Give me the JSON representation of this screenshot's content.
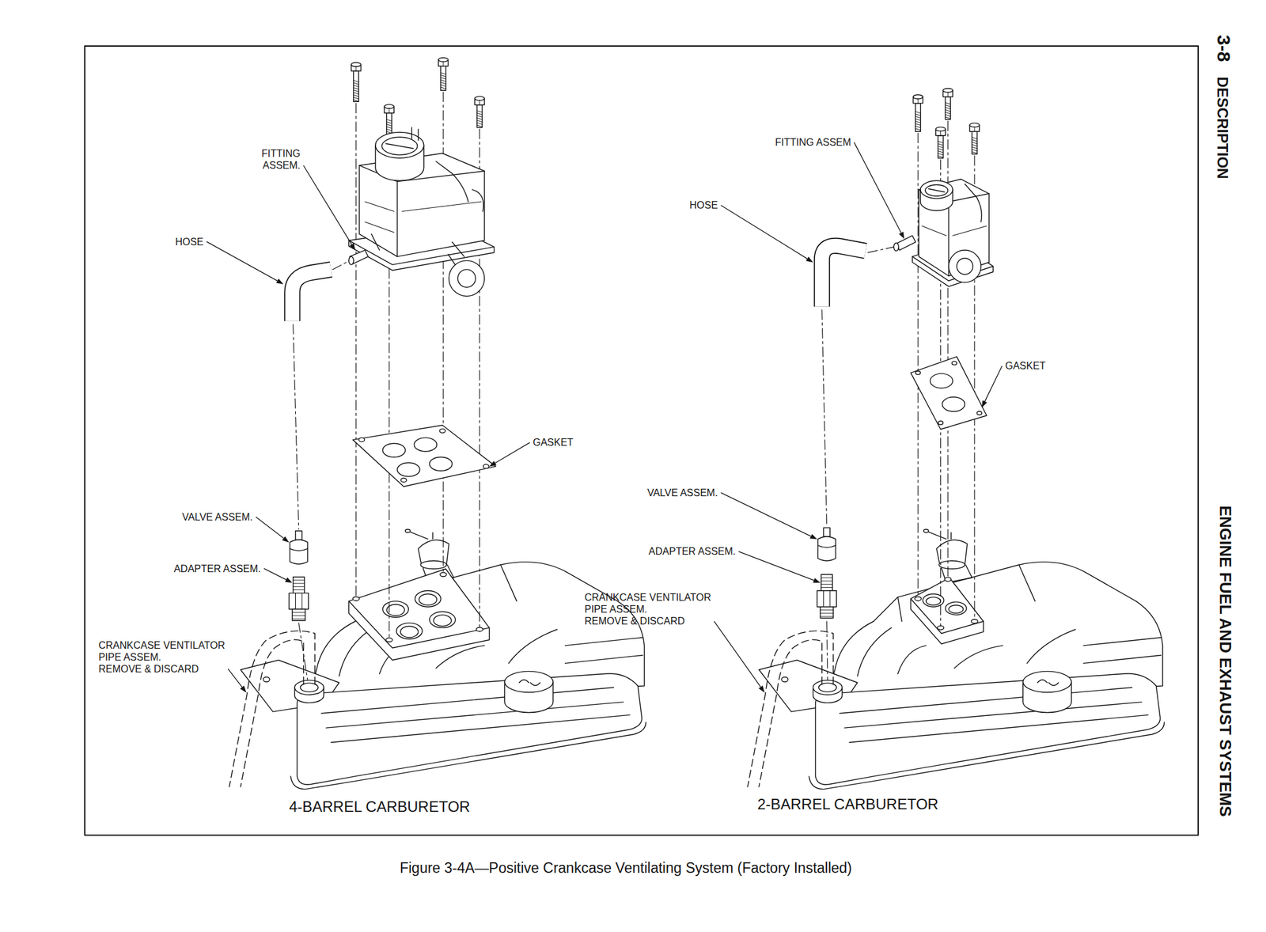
{
  "diagram": {
    "caption": "Figure 3-4A—Positive Crankcase Ventilating System (Factory Installed)",
    "labels": [
      "3-8",
      "DESCRIPTION",
      "ENGINE FUEL AND EXHAUST SYSTEMS",
      "FITTING ASSEM.",
      "HOSE",
      "GASKET",
      "VALVE ASSEM.",
      "ADAPTER ASSEM.",
      "CRANKCASE VENTILATOR PIPE ASSEM. REMOVE & DISCARD",
      "4-BARREL CARBURETOR",
      "FITTING ASSEM",
      "HOSE",
      "GASKET",
      "VALVE ASSEM.",
      "ADAPTER ASSEM.",
      "CRANKCASE VENTILATOR PIPE ASSEM. REMOVE & DISCARD",
      "2-BARREL CARBURETOR"
    ]
  }
}
